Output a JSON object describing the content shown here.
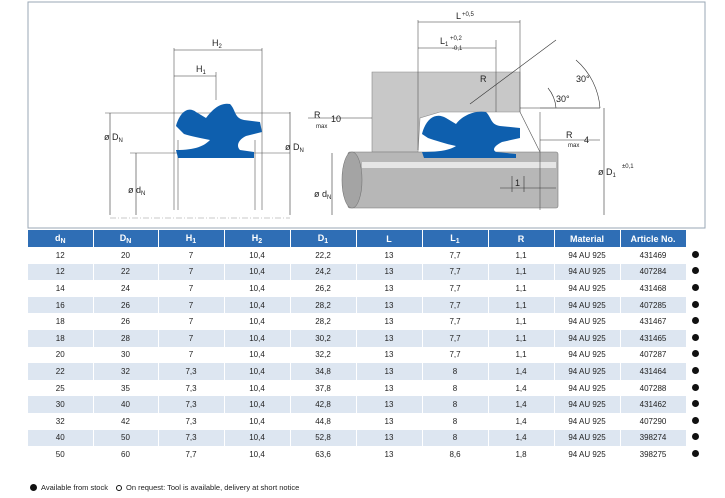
{
  "drawing": {
    "labels": {
      "H2": "H",
      "H2_sub": "2",
      "H1": "H",
      "H1_sub": "1",
      "DN_left": "ø D",
      "DN_left_sub": "N",
      "dN_left": "ø d",
      "dN_left_sub": "N",
      "L": "L",
      "L_tol": "+0,5",
      "L1": "L",
      "L1_sub": "1",
      "L1_tol_top": "+0,2",
      "L1_tol_bottom": "-0,1",
      "R": "R",
      "angle1": "30°",
      "angle2": "30°",
      "Rmax10": "R",
      "Rmax10_sub": "max",
      "Rmax10_val": "10",
      "Rmax4": "R",
      "Rmax4_sub": "max",
      "Rmax4_val": "4",
      "DN_right": "ø D",
      "DN_right_sub": "N",
      "dN_right": "ø d",
      "dN_right_sub": "N",
      "D1": "ø D",
      "D1_sub": "1",
      "D1_tol": "±0,1",
      "one": "1"
    },
    "colors": {
      "seal": "#0e5fae",
      "housing": "#c8c8c8",
      "rod": "#b0b0b0"
    }
  },
  "table": {
    "headers": [
      {
        "main": "d",
        "sub": "N"
      },
      {
        "main": "D",
        "sub": "N"
      },
      {
        "main": "H",
        "sub": "1"
      },
      {
        "main": "H",
        "sub": "2"
      },
      {
        "main": "D",
        "sub": "1"
      },
      {
        "main": "L",
        "sub": ""
      },
      {
        "main": "L",
        "sub": "1"
      },
      {
        "main": "R",
        "sub": ""
      },
      {
        "main": "Material",
        "sub": ""
      },
      {
        "main": "Article No.",
        "sub": ""
      }
    ],
    "rows": [
      [
        "12",
        "20",
        "7",
        "10,4",
        "22,2",
        "13",
        "7,7",
        "1,1",
        "94 AU 925",
        "431469"
      ],
      [
        "12",
        "22",
        "7",
        "10,4",
        "24,2",
        "13",
        "7,7",
        "1,1",
        "94 AU 925",
        "407284"
      ],
      [
        "14",
        "24",
        "7",
        "10,4",
        "26,2",
        "13",
        "7,7",
        "1,1",
        "94 AU 925",
        "431468"
      ],
      [
        "16",
        "26",
        "7",
        "10,4",
        "28,2",
        "13",
        "7,7",
        "1,1",
        "94 AU 925",
        "407285"
      ],
      [
        "18",
        "26",
        "7",
        "10,4",
        "28,2",
        "13",
        "7,7",
        "1,1",
        "94 AU 925",
        "431467"
      ],
      [
        "18",
        "28",
        "7",
        "10,4",
        "30,2",
        "13",
        "7,7",
        "1,1",
        "94 AU 925",
        "431465"
      ],
      [
        "20",
        "30",
        "7",
        "10,4",
        "32,2",
        "13",
        "7,7",
        "1,1",
        "94 AU 925",
        "407287"
      ],
      [
        "22",
        "32",
        "7,3",
        "10,4",
        "34,8",
        "13",
        "8",
        "1,4",
        "94 AU 925",
        "431464"
      ],
      [
        "25",
        "35",
        "7,3",
        "10,4",
        "37,8",
        "13",
        "8",
        "1,4",
        "94 AU 925",
        "407288"
      ],
      [
        "30",
        "40",
        "7,3",
        "10,4",
        "42,8",
        "13",
        "8",
        "1,4",
        "94 AU 925",
        "431462"
      ],
      [
        "32",
        "42",
        "7,3",
        "10,4",
        "44,8",
        "13",
        "8",
        "1,4",
        "94 AU 925",
        "407290"
      ],
      [
        "40",
        "50",
        "7,3",
        "10,4",
        "52,8",
        "13",
        "8",
        "1,4",
        "94 AU 925",
        "398274"
      ],
      [
        "50",
        "60",
        "7,7",
        "10,4",
        "63,6",
        "13",
        "8,6",
        "1,8",
        "94 AU 925",
        "398275"
      ]
    ]
  },
  "legend": {
    "stock": "Available from stock",
    "request": "On request: Tool is available, delivery at short notice"
  }
}
